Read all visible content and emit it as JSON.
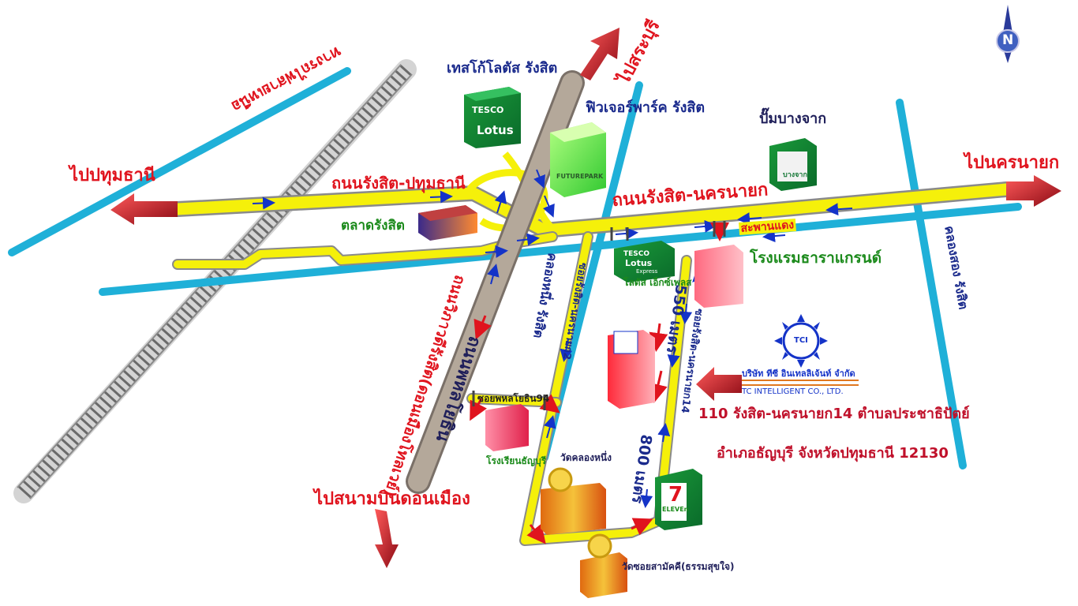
{
  "destinations": {
    "saraburi": "ไปสระบุรี",
    "pathumthani": "ไปปทุมธานี",
    "nakhon_nayok": "ไปนครนายก",
    "don_mueang": "ไปสนามบินดอนเมือง"
  },
  "roads": {
    "rangsit_pathum": "ถนนรังสิต-ปทุมธานี",
    "rangsit_nakhon_nayok": "ถนนรังสิต-นครนายก",
    "phahonyothin": "ถนนพหลโยธิน",
    "vibhavadi": "ถนนวิภาวดีรังสิต(ดอนเมืองโทลเวย์)",
    "railway_line": "ทางรถไฟสายเหนือ",
    "soi_phahon94": "ซอยพหลโยธิน94",
    "soi_rangsit2": "ซอยรังสิต-นครนายก2",
    "soi_rangsit14": "ซอยรังสิต-นครนายก14"
  },
  "canals": {
    "khlong_1": "คลองหนึ่ง รังสิต",
    "khlong_2": "คลองสอง รังสิต"
  },
  "landmarks": {
    "tesco": "เทสโก้โลตัส รังสิต",
    "future_park": "ฟิวเจอร์พาร์ค รังสิต",
    "bangchak": "ปั๊มบางจาก",
    "market": "ตลาดรังสิต",
    "red_bridge": "สะพานแดง",
    "lotus_express": "โลตัส เอ็กซ์เพลส",
    "hotel": "โรงแรมธาราแกรนด์",
    "school": "โรงเรียนธัญบุรี",
    "wat_khlong_nueng": "วัดคลองหนึ่ง",
    "wat_soi_samakkhi": "วัดซอยสามัคคี(ธรรมสุขใจ)"
  },
  "distances": {
    "d550": "550 เมตร",
    "d800": "800 เมตร"
  },
  "logos": {
    "tesco_top": "TESCO",
    "tesco_bottom": "Lotus",
    "lotus_express_top": "TESCO",
    "lotus_express_mid": "Lotus",
    "lotus_express_bottom": "Express",
    "future_park": "FUTUREPARK",
    "bangchak": "บางจาก",
    "seven_eleven_num": "7",
    "seven_eleven_text": "ELEVEn",
    "tci_badge": "TCI",
    "compass": "N"
  },
  "company": {
    "name_th": "บริษัท ทีซี อินเทลลิเจ้นท์ จำกัด",
    "name_en": "TC INTELLIGENT CO., LTD.",
    "address_line1": "110 รังสิต-นครนายก14  ตำบลประชาธิปัตย์",
    "address_line2": "อำเภอธัญบุรี จังหวัดปทุมธานี 12130"
  },
  "colors": {
    "road": "#f5f00a",
    "road_edge": "#8a8a8a",
    "canal": "#1fb0d8",
    "highway": "#b4a89a",
    "railway": "#a0a0a0",
    "destination_arrow": "#c0102a",
    "flow_arrow": "#1433c8"
  }
}
